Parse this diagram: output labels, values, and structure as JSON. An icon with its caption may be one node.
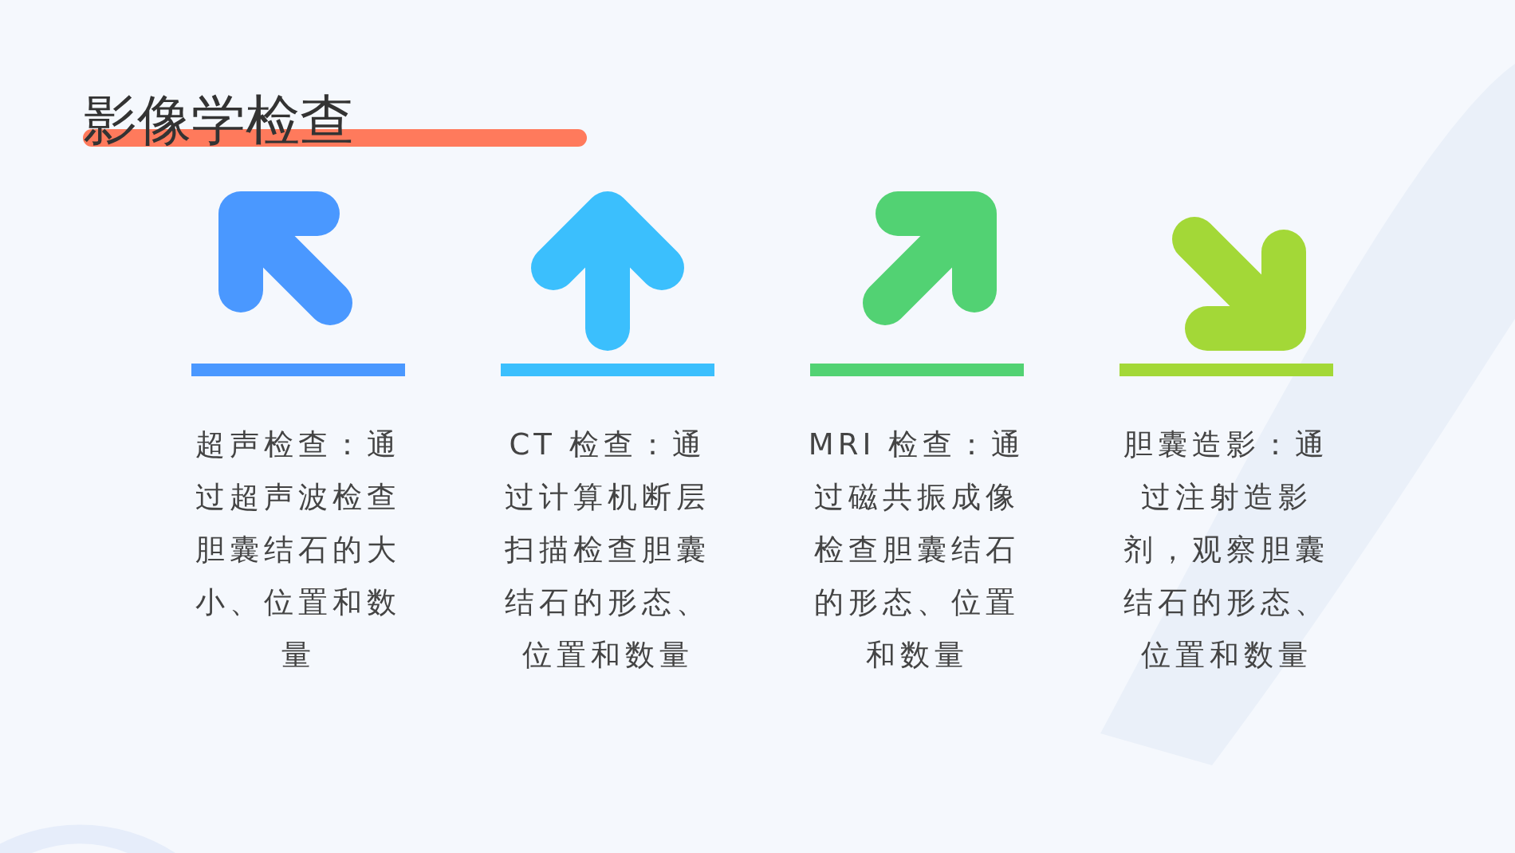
{
  "diagram": {
    "title": "影像学检查",
    "labels": [
      "超声检查：通过超声波检查胆囊结石的大小、位置和数量",
      "CT 检查：通过计算机断层扫描检查胆囊结石的形态、位置和数量",
      "MRI 检查：通过磁共振成像检查胆囊结石的形态、位置和数量",
      "胆囊造影：通过注射造影剂，观察胆囊结石的形态、位置和数量"
    ]
  }
}
